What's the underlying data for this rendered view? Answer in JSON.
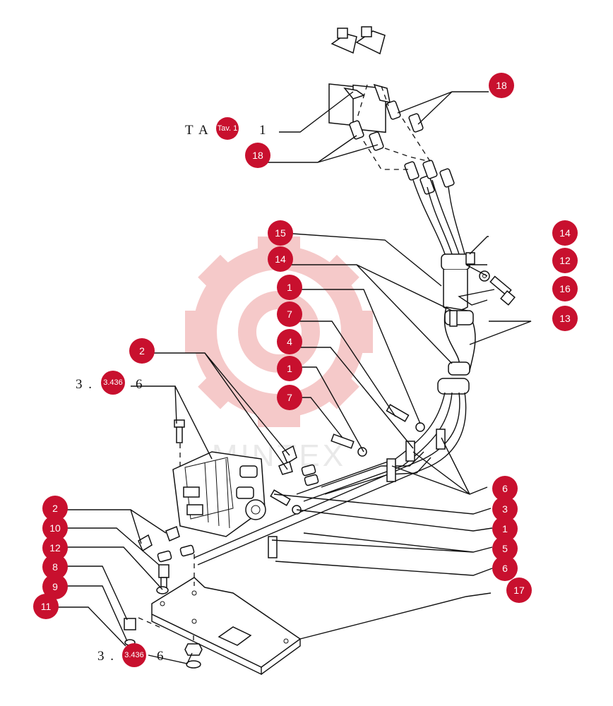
{
  "diagram": {
    "accent_color": "#c8102e",
    "watermark_color": "#f2b8b8",
    "watermark_text": "MINTEX",
    "refs": {
      "top_ref": {
        "prefix": "T A",
        "badge": "Tav. 1",
        "suffix": "1"
      },
      "mid_ref": {
        "prefix": "3 .",
        "badge": "3.436",
        "suffix": "6"
      },
      "bottom_ref": {
        "prefix": "3 .",
        "badge": "3.436",
        "suffix": "6"
      }
    },
    "callouts": {
      "c18a": "18",
      "c18b": "18",
      "c15": "15",
      "c14a": "14",
      "c14b": "14",
      "c12a": "12",
      "c16": "16",
      "c13": "13",
      "c1a": "1",
      "c7a": "7",
      "c4": "4",
      "c1b": "1",
      "c7b": "7",
      "c2a": "2",
      "c6a": "6",
      "c3": "3",
      "c1c": "1",
      "c5": "5",
      "c6b": "6",
      "c2b": "2",
      "c10": "10",
      "c12b": "12",
      "c8": "8",
      "c9": "9",
      "c11": "11",
      "c17": "17"
    }
  }
}
